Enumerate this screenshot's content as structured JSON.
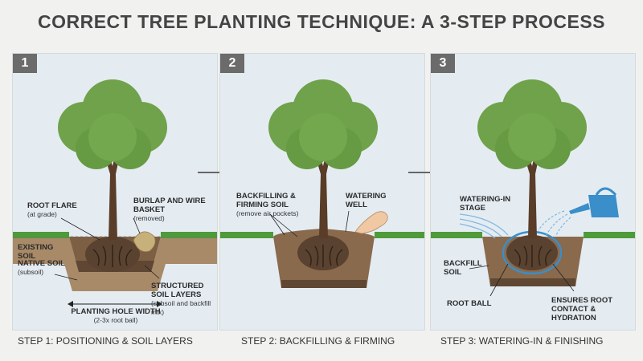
{
  "title": "CORRECT TREE PLANTING TECHNIQUE: A 3-STEP PROCESS",
  "panels": [
    {
      "number": "1",
      "caption": "STEP 1: POSITIONING & SOIL LAYERS",
      "labels": {
        "root_flare": "ROOT FLARE",
        "root_flare_sub": "(at grade)",
        "burlap": "BURLAP AND WIRE BASKET",
        "burlap_sub": "(removed)",
        "existing_soil": "EXISTING SOIL",
        "native_soil": "NATIVE SOIL",
        "native_soil_sub": "(subsoil)",
        "structured": "STRUCTURED SOIL LAYERS",
        "structured_sub": "(subsoil and backfill mix)",
        "hole_width": "PLANTING HOLE WIDTH",
        "hole_width_sub": "(2-3x root ball)"
      }
    },
    {
      "number": "2",
      "caption": "STEP 2: BACKFILLING & FIRMING",
      "labels": {
        "backfilling": "BACKFILLING & FIRMING SOIL",
        "backfilling_sub": "(remove air pockets)",
        "watering_well": "WATERING WELL"
      }
    },
    {
      "number": "3",
      "caption": "STEP 3: WATERING-IN & FINISHING",
      "labels": {
        "watering_in": "WATERING-IN STAGE",
        "backfill_soil": "BACKFILL SOIL",
        "root_ball": "ROOT BALL",
        "ensures": "ENSURES ROOT CONTACT & HYDRATION"
      }
    }
  ],
  "colors": {
    "foliage": "#6fa24a",
    "foliage_dark": "#4e7d35",
    "trunk": "#5a3d28",
    "soil": "#8a6a4c",
    "soil_dark": "#5b4331",
    "grass": "#4f9a3a",
    "water": "#3a8ec9"
  }
}
